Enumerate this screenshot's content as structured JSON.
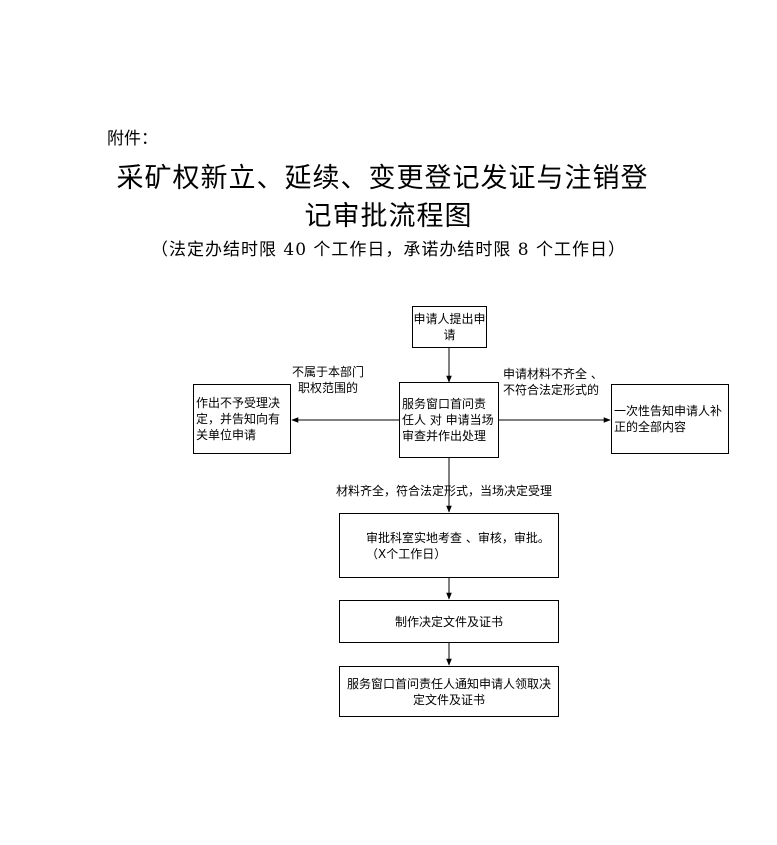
{
  "header": {
    "attachment_label": "附件：",
    "title_line1": "采矿权新立、延续、变更登记发证与注销登",
    "title_line2": "记审批流程图",
    "subtitle": "（法定办结时限 40 个工作日，承诺办结时限 8 个工作日）"
  },
  "flow": {
    "apply": "申请人提出申请",
    "window": "服务窗口首问责任人 对 申请当场审查并作出处理",
    "reject": "作出不予受理决定，并告知向有关单位申请",
    "supplement": "一次性告知申请人补正的全部内容",
    "review_line1": "审批科室实地考查 、审核，审批。",
    "review_line2": "（X个工作日）",
    "make_docs": "制作决定文件及证书",
    "notify": "服务窗口首问责任人通知申请人领取决定文件及证书"
  },
  "labels": {
    "not_in_scope_line1": "不属于本部门",
    "not_in_scope_line2": "职权范围的",
    "incomplete_line1": "申请材料不齐全 、",
    "incomplete_line2": "不符合法定形式的",
    "accepted": "材料齐全，符合法定形式，当场决定受理"
  }
}
